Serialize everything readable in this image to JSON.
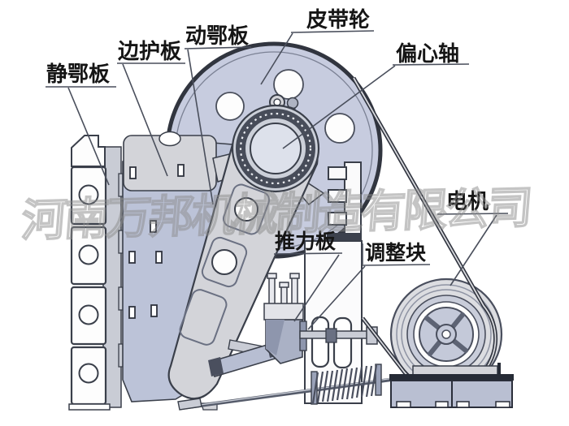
{
  "diagram": {
    "subject": "jaw-crusher-structure-diagram",
    "watermark": "河南万邦机械制造有限公司",
    "labels": {
      "fixed_jaw_plate": "静鄂板",
      "side_guard_plate": "边护板",
      "movable_jaw_plate": "动鄂板",
      "belt_pulley": "皮带轮",
      "eccentric_shaft": "偏心轴",
      "motor": "电机",
      "thrust_plate": "推力板",
      "adjustment_block": "调整块"
    },
    "colors": {
      "flywheel_fill": "#c7ccdf",
      "plate_blue": "#bcc3d8",
      "machined_gray": "#d3d4d9",
      "outline": "#3a3f4a",
      "motor_base_fill": "#b9bfd2",
      "base_dark": "#262b36",
      "background": "#ffffff",
      "label_text": "#151515",
      "watermark_stroke": "#8c8c8c"
    }
  }
}
